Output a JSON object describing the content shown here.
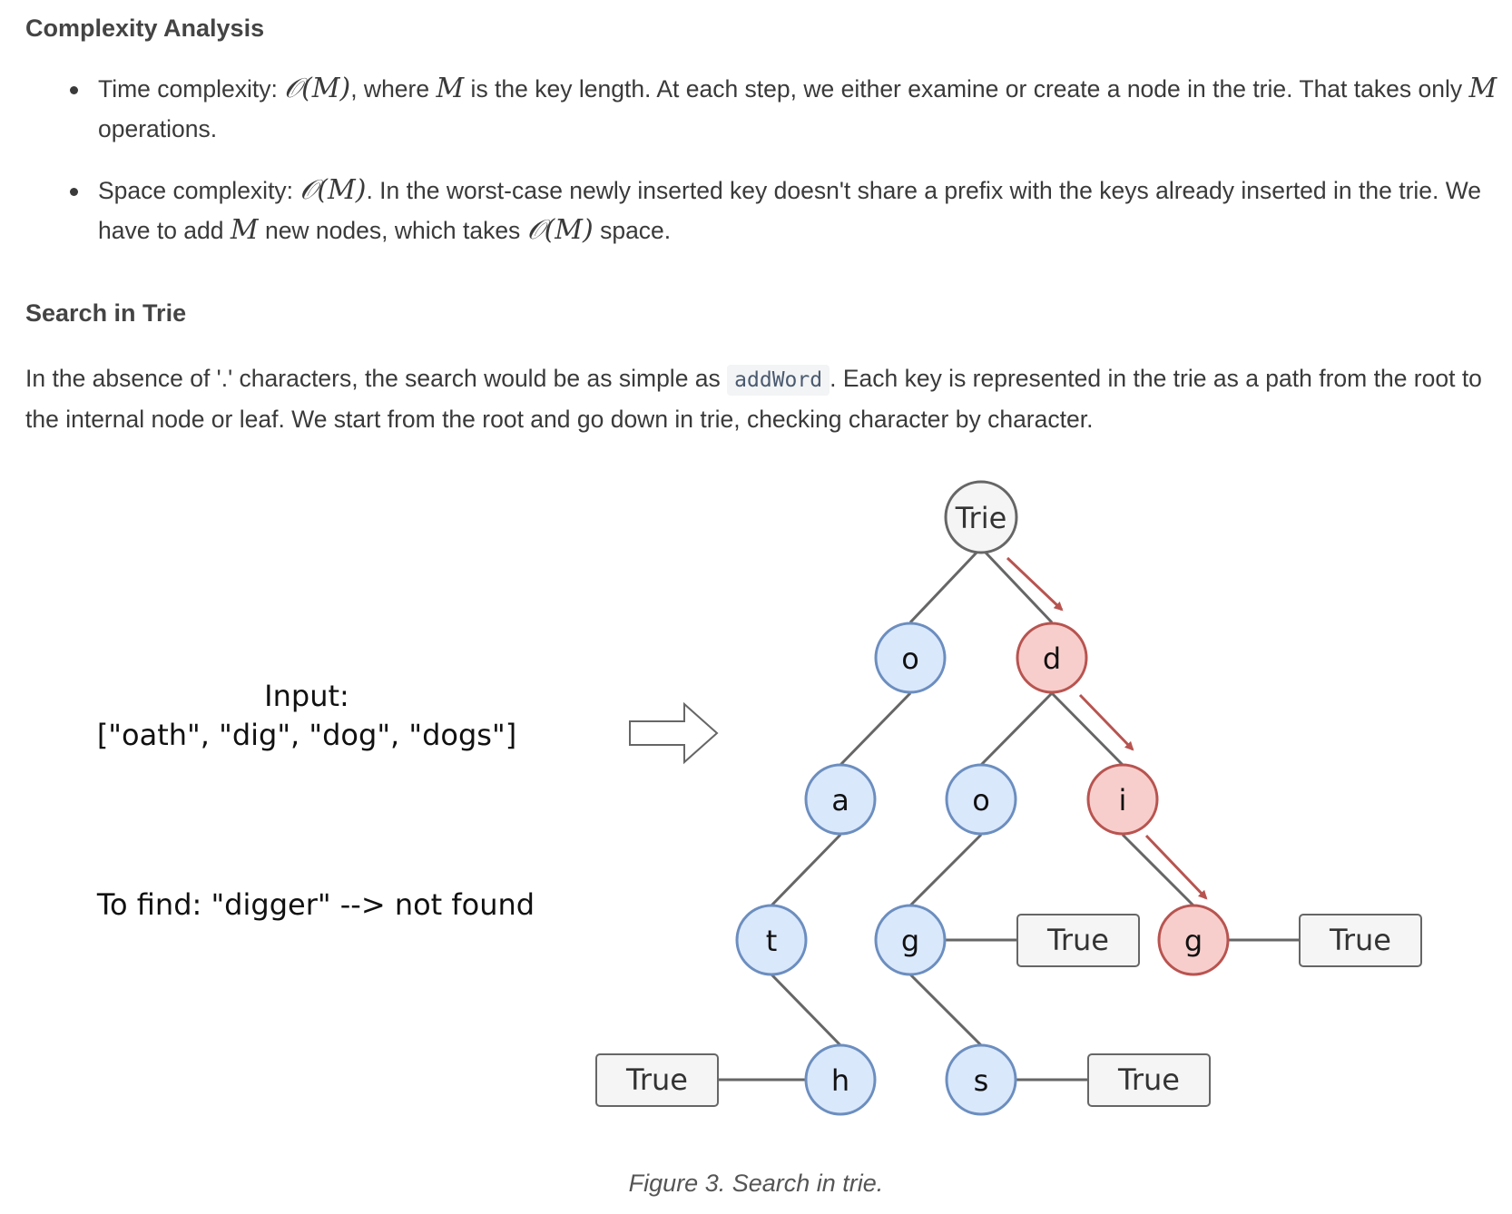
{
  "complexity": {
    "heading": "Complexity Analysis",
    "time": {
      "label": "Time complexity: ",
      "notation": "𝒪(M)",
      "text1": ", where ",
      "var": "M",
      "text2": " is the key length. At each step, we either examine or create a node in the trie. That takes only ",
      "var2": "M",
      "text3": " operations."
    },
    "space": {
      "label": "Space complexity: ",
      "notation": "𝒪(M)",
      "text1": ". In the worst-case newly inserted key doesn't share a prefix with the keys already inserted in the trie. We have to add ",
      "var": "M",
      "text2": " new nodes, which takes ",
      "notation2": "𝒪(M)",
      "text3": " space."
    }
  },
  "search": {
    "heading": "Search in Trie",
    "p_before": "In the absence of '.' characters, the search would be as simple as ",
    "code": "addWord",
    "p_after": ". Each key is represented in the trie as a path from the root to the internal node or leaf. We start from the root and go down in trie, checking character by character."
  },
  "figure": {
    "input_label": "Input:",
    "input_words": "[\"oath\", \"dig\", \"dog\", \"dogs\"]",
    "find_text": "To find: \"digger\" --> not found",
    "nodes": {
      "root": "Trie",
      "o1": "o",
      "d": "d",
      "a": "a",
      "o2": "o",
      "i": "i",
      "t": "t",
      "g1": "g",
      "g2": "g",
      "h": "h",
      "s": "s"
    },
    "end_flags": {
      "h": "True",
      "g_dog": "True",
      "g_dig": "True",
      "s": "True"
    },
    "caption": "Figure 3. Search in trie."
  },
  "colors": {
    "blue_fill": "#dae8fc",
    "blue_stroke": "#6c8ebf",
    "red_fill": "#f8cecc",
    "red_stroke": "#b85450",
    "root_fill": "#f5f5f5",
    "arrow": "#b85450"
  }
}
